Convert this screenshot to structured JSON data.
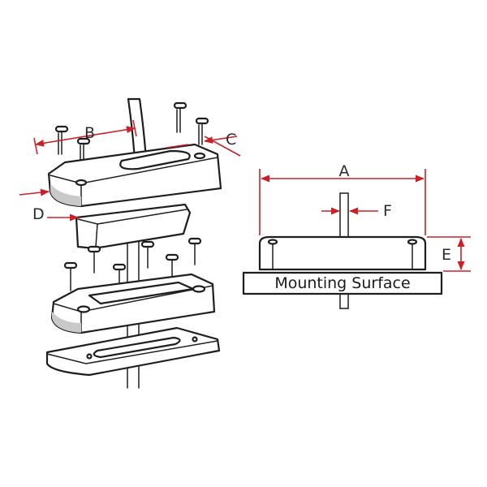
{
  "diagram": {
    "dimension_labels": {
      "a": "A",
      "b": "B",
      "c": "C",
      "d": "D",
      "e": "E",
      "f": "F"
    },
    "mounting_surface_label": "Mounting Surface"
  },
  "colors": {
    "dimension_lines": "#cc2027",
    "outline": "#1e1e1e",
    "shading": "#c9c9c9"
  }
}
